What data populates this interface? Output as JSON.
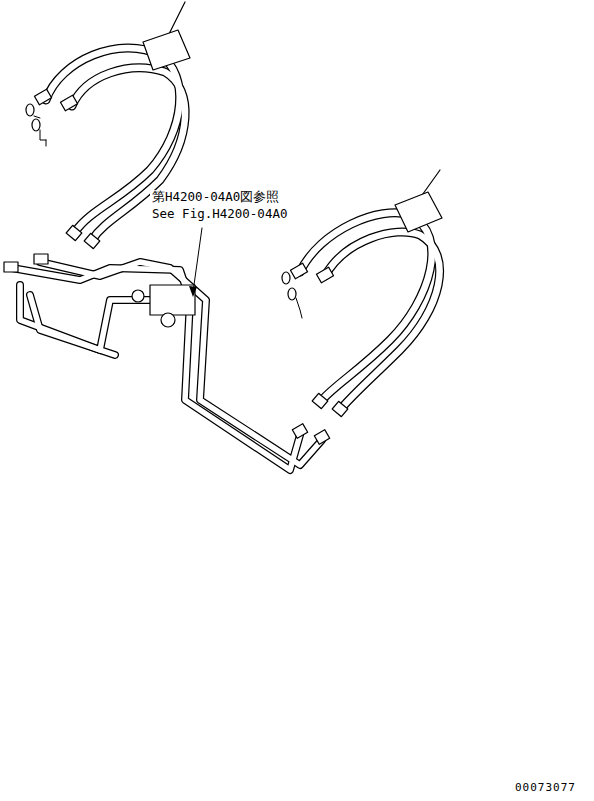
{
  "diagram": {
    "labels": [
      "第H4200-04A0図参照",
      "See Fig.H4200-04A0",
      "00073077"
    ]
  }
}
